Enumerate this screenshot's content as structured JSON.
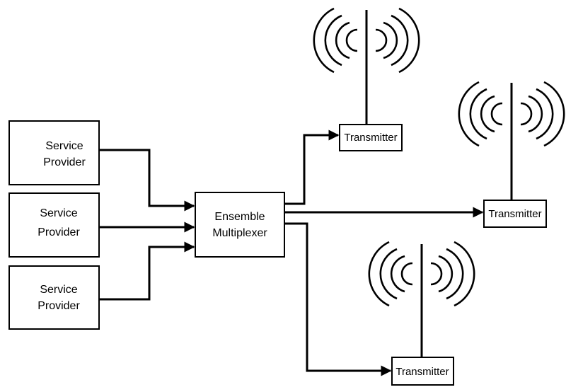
{
  "service_providers": [
    {
      "line1": "Service",
      "line2": "Provider"
    },
    {
      "line1": "Service",
      "line2": "Provider"
    },
    {
      "line1": "Service",
      "line2": "Provider"
    }
  ],
  "multiplexer": {
    "line1": "Ensemble",
    "line2": "Multiplexer"
  },
  "transmitters": [
    {
      "label": "Transmitter"
    },
    {
      "label": "Transmitter"
    },
    {
      "label": "Transmitter"
    }
  ],
  "icons": {
    "antenna": "radio-antenna-icon",
    "arrow": "arrowhead-icon"
  }
}
